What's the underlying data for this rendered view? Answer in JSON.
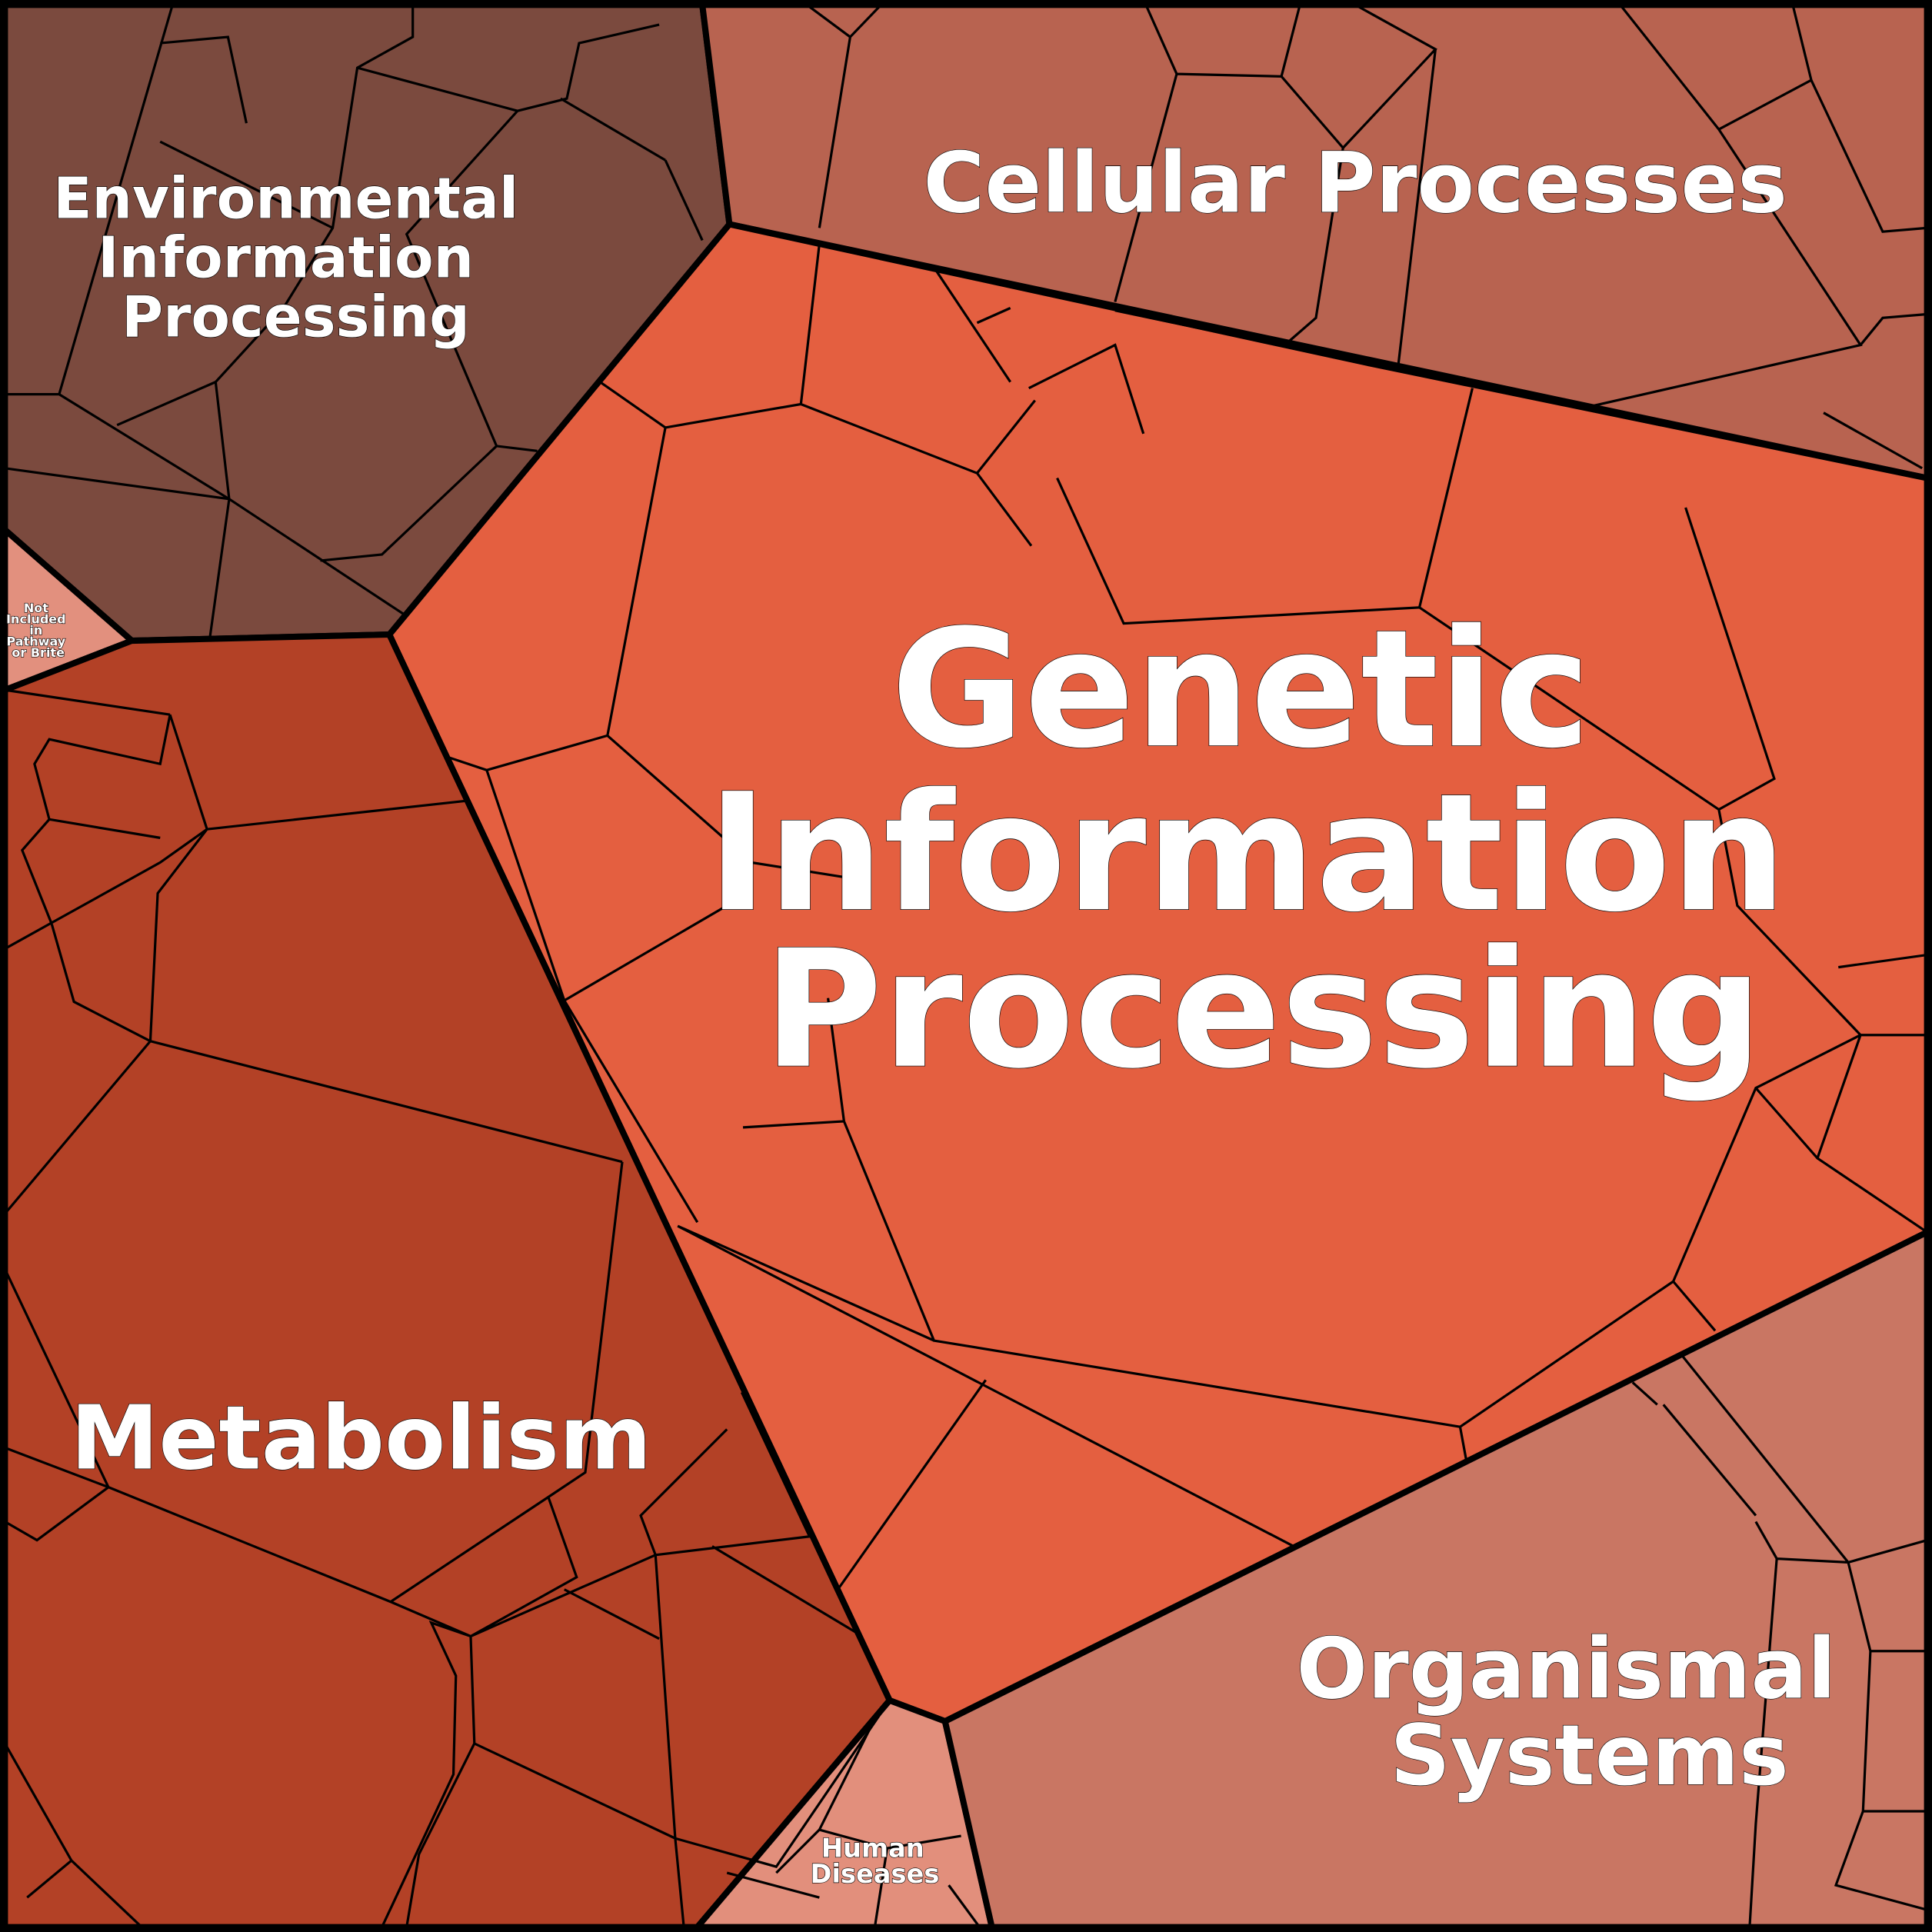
{
  "title": "Voronoi treemap of functional categories",
  "categories": [
    {
      "id": "environmental",
      "label_lines": [
        "Environmental",
        "Information",
        "Processing"
      ],
      "color": "#7b4a3e"
    },
    {
      "id": "cellular",
      "label_lines": [
        "Cellular Processes"
      ],
      "color": "#b86350"
    },
    {
      "id": "genetic",
      "label_lines": [
        "Genetic",
        "Information",
        "Processing"
      ],
      "color": "#e45f40"
    },
    {
      "id": "metabolism",
      "label_lines": [
        "Metabolism"
      ],
      "color": "#b34126"
    },
    {
      "id": "organismal",
      "label_lines": [
        "Organismal",
        "Systems"
      ],
      "color": "#c97663"
    },
    {
      "id": "human",
      "label_lines": [
        "Human",
        "Diseases"
      ],
      "color": "#e28f7c"
    },
    {
      "id": "notincluded",
      "label_lines": [
        "Not",
        "Included",
        "in",
        "Pathway",
        "or Brite"
      ],
      "color": "#e2907e"
    }
  ]
}
